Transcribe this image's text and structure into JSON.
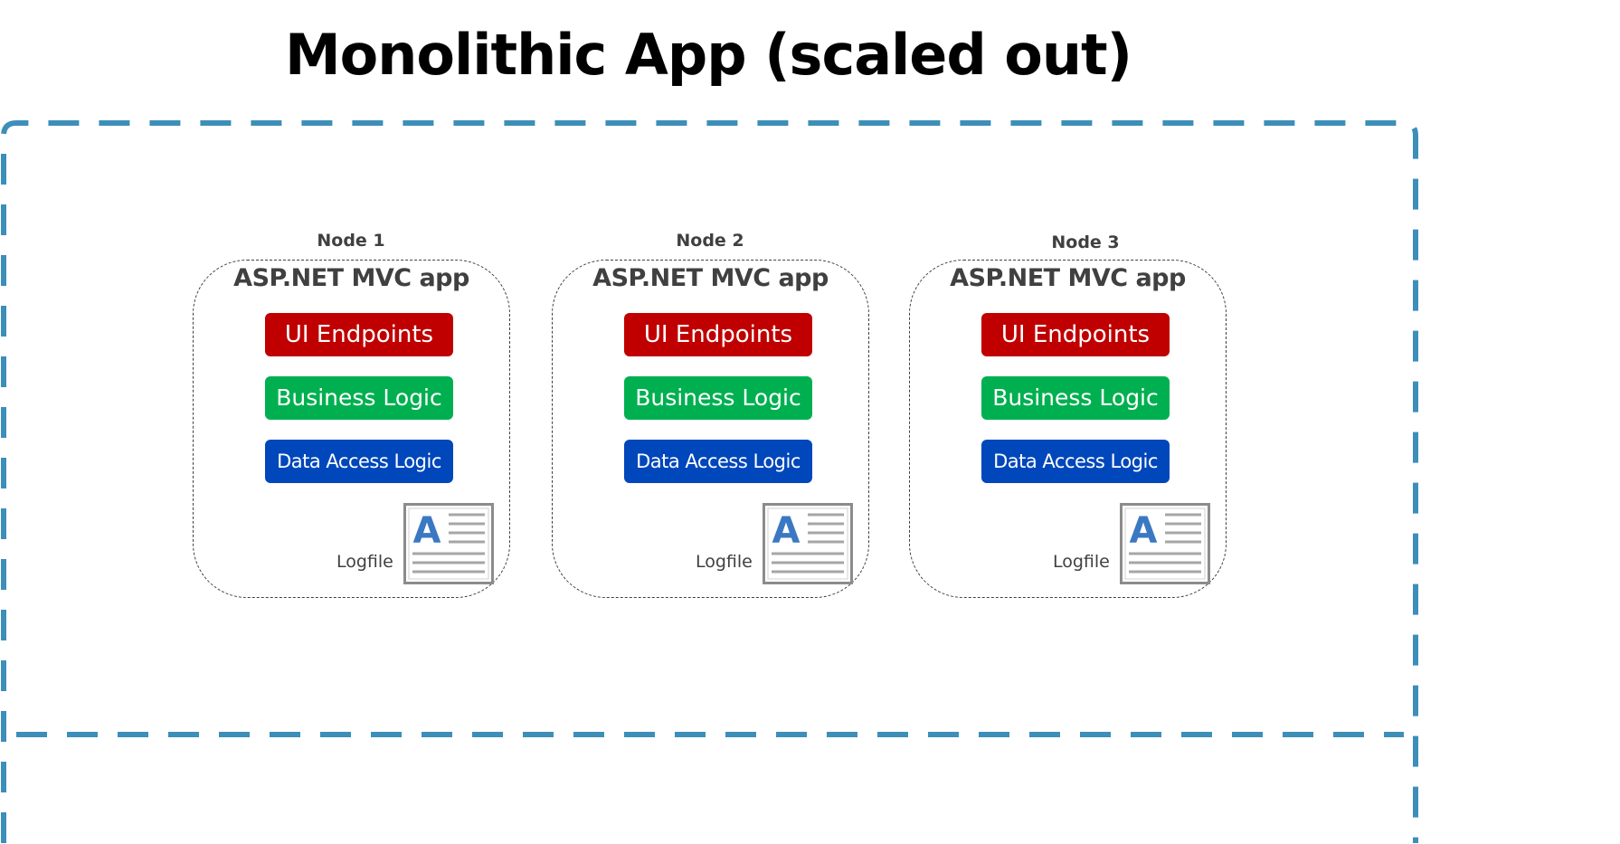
{
  "title": "Monolithic App (scaled out)",
  "colors": {
    "frame": "#3d8eb9",
    "ui": "#c00000",
    "business": "#00b050",
    "data": "#0047bb",
    "text": "#404040",
    "icon_letter": "#3a78c3"
  },
  "nodes": [
    {
      "label": "Node 1",
      "app_title": "ASP.NET MVC app",
      "layers": {
        "ui": "UI Endpoints",
        "business": "Business Logic",
        "data": "Data Access Logic"
      },
      "logfile": {
        "label": "Logfile",
        "icon": "document-icon",
        "letter": "A"
      }
    },
    {
      "label": "Node 2",
      "app_title": "ASP.NET MVC app",
      "layers": {
        "ui": "UI Endpoints",
        "business": "Business Logic",
        "data": "Data Access Logic"
      },
      "logfile": {
        "label": "Logfile",
        "icon": "document-icon",
        "letter": "A"
      }
    },
    {
      "label": "Node 3",
      "app_title": "ASP.NET MVC app",
      "layers": {
        "ui": "UI Endpoints",
        "business": "Business Logic",
        "data": "Data Access Logic"
      },
      "logfile": {
        "label": "Logfile",
        "icon": "document-icon",
        "letter": "A"
      }
    }
  ]
}
